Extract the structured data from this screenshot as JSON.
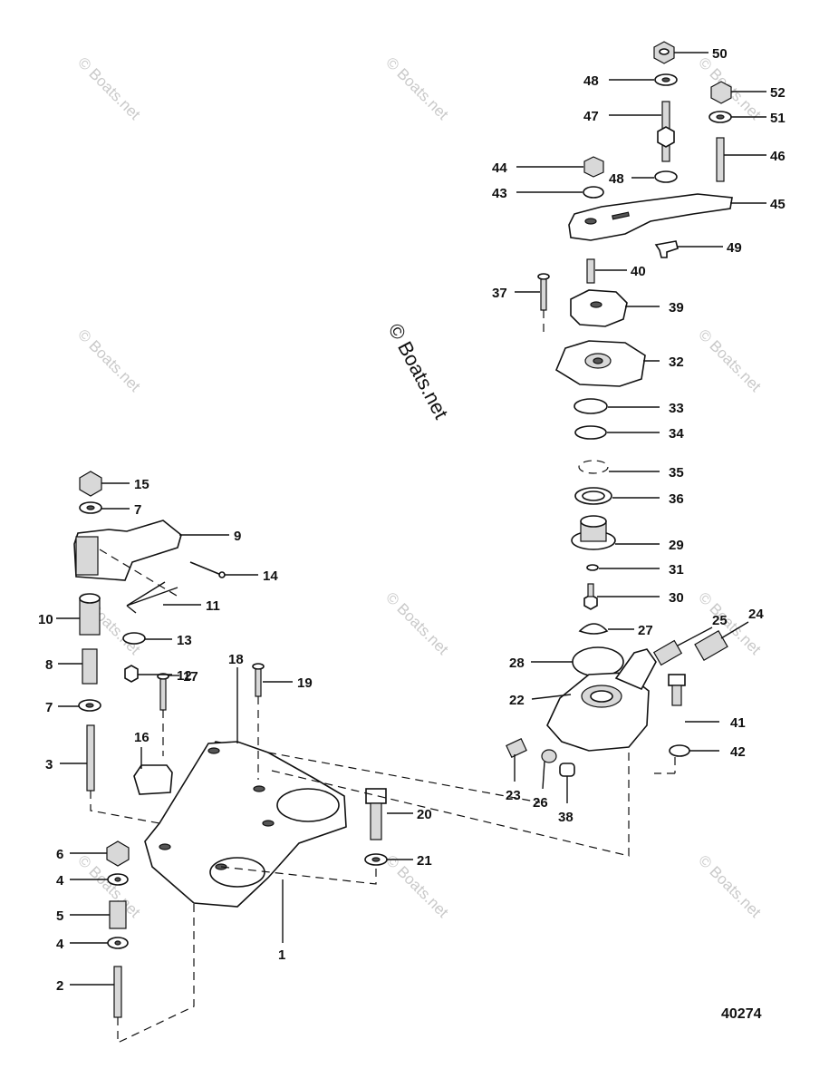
{
  "watermark": "© Boats.net",
  "figure_number": "40274",
  "callouts": [
    "1",
    "2",
    "3",
    "4",
    "5",
    "6",
    "7",
    "8",
    "9",
    "10",
    "11",
    "12",
    "13",
    "14",
    "15",
    "16",
    "17",
    "18",
    "19",
    "20",
    "21",
    "22",
    "23",
    "24",
    "25",
    "26",
    "27",
    "28",
    "29",
    "30",
    "31",
    "32",
    "33",
    "34",
    "35",
    "36",
    "37",
    "38",
    "39",
    "40",
    "41",
    "42",
    "43",
    "44",
    "45",
    "46",
    "47",
    "48",
    "49",
    "50",
    "51",
    "52"
  ]
}
